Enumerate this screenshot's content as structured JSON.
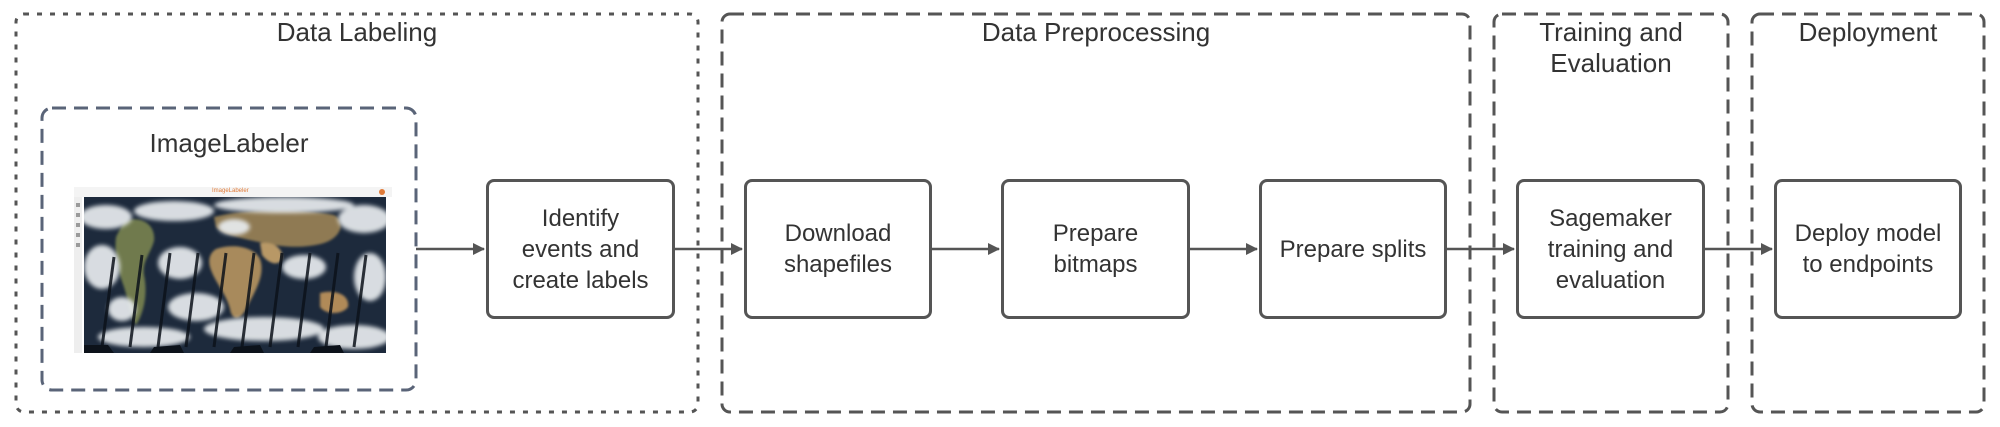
{
  "groups": [
    {
      "title": "Data Labeling"
    },
    {
      "title": "Data Preprocessing"
    },
    {
      "title": "Training and\nEvaluation"
    },
    {
      "title": "Deployment"
    }
  ],
  "tool": {
    "title": "ImageLabeler",
    "screenshot_caption": "ImageLabeler"
  },
  "steps": [
    {
      "label": "Identify\nevents and\ncreate labels"
    },
    {
      "label": "Download\nshapefiles"
    },
    {
      "label": "Prepare\nbitmaps"
    },
    {
      "label": "Prepare splits"
    },
    {
      "label": "Sagemaker\ntraining and\nevaluation"
    },
    {
      "label": "Deploy model\nto endpoints"
    }
  ],
  "colors": {
    "group_border": "#555555",
    "tool_border": "#5a6478",
    "step_border": "#555555",
    "arrow": "#555555",
    "text": "#333333",
    "ocean": "#1d2a3c",
    "cloud": "#e8ecef",
    "land": "#a88a5c",
    "accent": "#e07b39"
  }
}
